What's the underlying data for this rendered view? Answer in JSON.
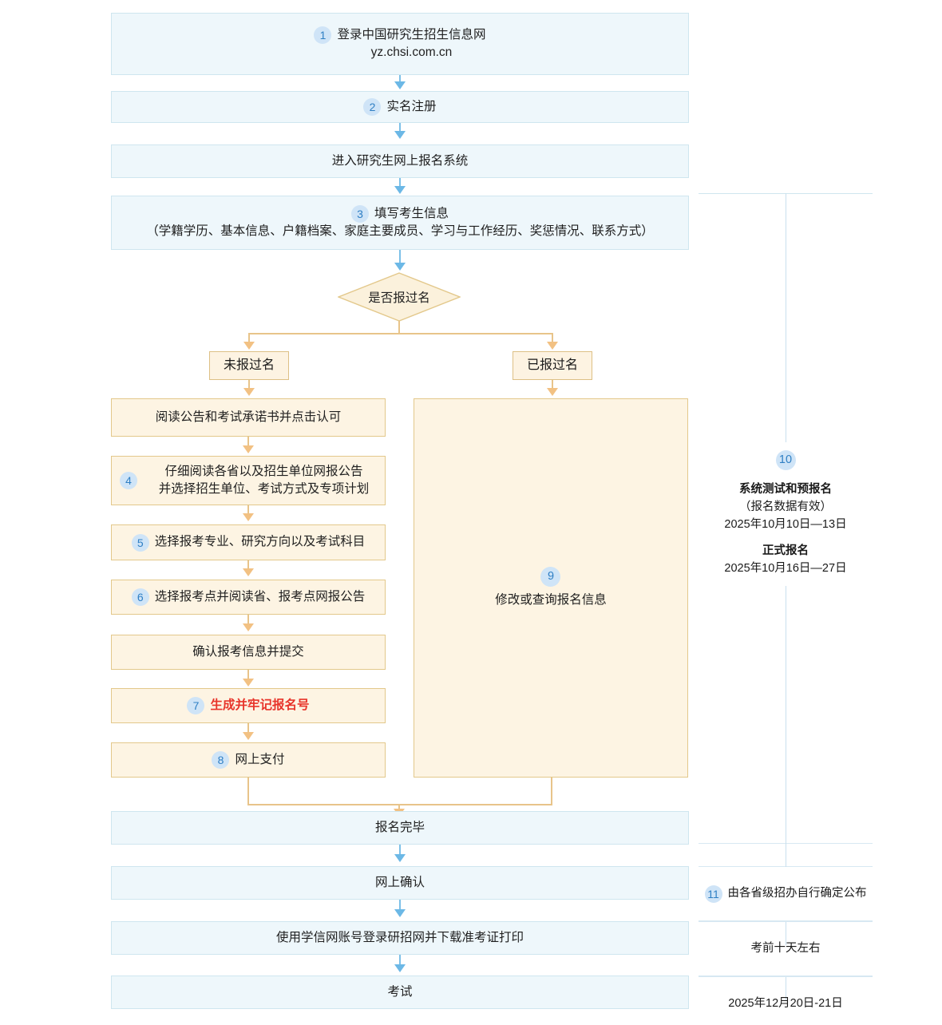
{
  "flow": {
    "nodes": {
      "login": {
        "step": "1",
        "line1": "登录中国研究生招生信息网",
        "line2": "yz.chsi.com.cn"
      },
      "realname": {
        "step": "2",
        "label": "实名注册"
      },
      "enter_system": {
        "label": "进入研究生网上报名系统"
      },
      "fill_info": {
        "step": "3",
        "line1": "填写考生信息",
        "line2": "（学籍学历、基本信息、户籍档案、家庭主要成员、学习与工作经历、奖惩情况、联系方式）"
      },
      "decision": {
        "label": "是否报过名"
      },
      "branch_no": {
        "label": "未报过名"
      },
      "branch_yes": {
        "label": "已报过名"
      },
      "read_notice": {
        "label": "阅读公告和考试承诺书并点击认可"
      },
      "read_province": {
        "step": "4",
        "line1": "仔细阅读各省以及招生单位网报公告",
        "line2": "并选择招生单位、考试方式及专项计划"
      },
      "choose_major": {
        "step": "5",
        "label": "选择报考专业、研究方向以及考试科目"
      },
      "choose_site": {
        "step": "6",
        "label": "选择报考点并阅读省、报考点网报公告"
      },
      "confirm_submit": {
        "label": "确认报考信息并提交"
      },
      "generate_number": {
        "step": "7",
        "label": "生成并牢记报名号"
      },
      "online_pay": {
        "step": "8",
        "label": "网上支付"
      },
      "modify_query": {
        "step": "9",
        "label": "修改或查询报名信息"
      },
      "signup_done": {
        "label": "报名完毕"
      },
      "online_confirm": {
        "label": "网上确认"
      },
      "download_ticket": {
        "label": "使用学信网账号登录研招网并下载准考证打印"
      },
      "exam": {
        "label": "考试"
      }
    }
  },
  "timeline": {
    "registration": {
      "step": "10",
      "title1": "系统测试和预报名",
      "title1_sub": "（报名数据有效）",
      "date1": "2025年10月10日—13日",
      "title2": "正式报名",
      "date2": "2025年10月16日—27日"
    },
    "confirm": {
      "step": "11",
      "label": "由各省级招办自行确定公布"
    },
    "ticket": {
      "label": "考前十天左右"
    },
    "exam": {
      "label": "2025年12月20日-21日"
    }
  },
  "colors": {
    "blue_fill": "#eef7fb",
    "blue_border": "#cfe6ef",
    "orange_fill": "#fdf4e3",
    "orange_border": "#e3c88b",
    "badge_bg": "#cfe4f7",
    "badge_text": "#2f7fc4",
    "arrow_blue": "#6cb8e6",
    "arrow_orange": "#f2c183",
    "highlight_red": "#e8342a"
  }
}
